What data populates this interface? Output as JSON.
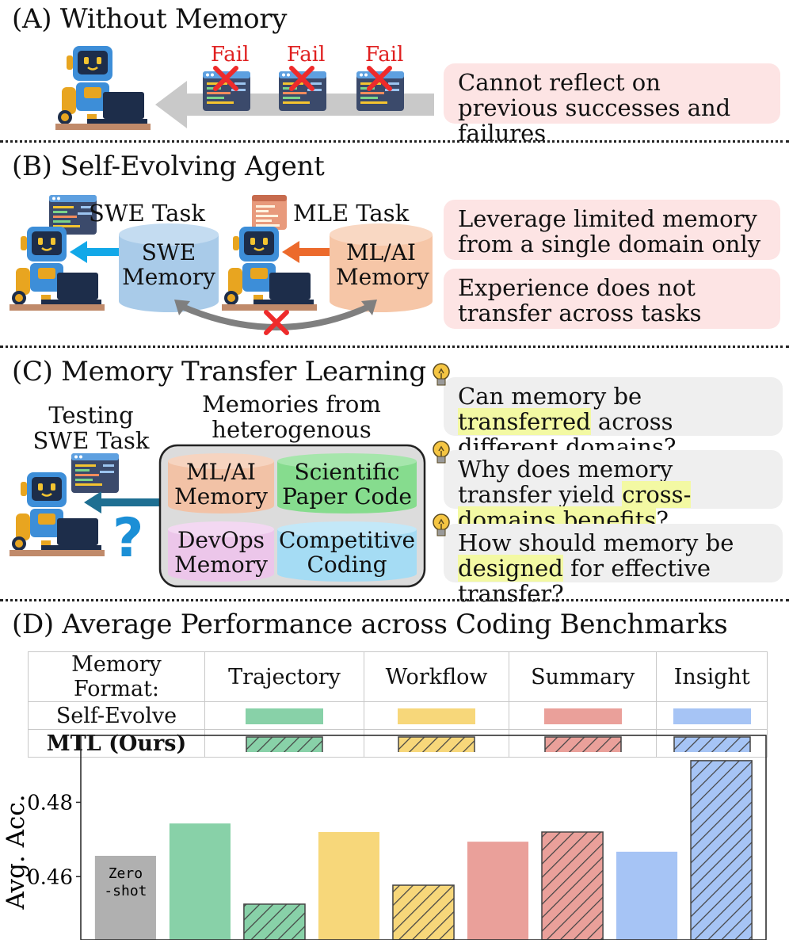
{
  "sections": {
    "a": {
      "title": "(A) Without Memory",
      "fail_label": "Fail",
      "note": "Cannot reflect on previous successes and failures"
    },
    "b": {
      "title": "(B) Self-Evolving Agent",
      "swe_task": "SWE Task",
      "mle_task": "MLE Task",
      "swe_memory": "SWE Memory",
      "mlai_memory": "ML/AI Memory",
      "note1": "Leverage limited memory from a single domain only",
      "note2": "Experience does not transfer across tasks"
    },
    "c": {
      "title": "(C) Memory Transfer Learning",
      "testing": "Testing SWE Task",
      "memories_header": "Memories from heterogenous domains",
      "mem1": "ML/AI Memory",
      "mem2": "Scientific Paper Code",
      "mem3": "DevOps Memory",
      "mem4": "Competitive Coding",
      "question_mark": "?",
      "q1_pre": "Can memory be ",
      "q1_hl": "transferred",
      "q1_post": " across different domains?",
      "q2_pre": "Why does memory transfer yield ",
      "q2_hl": "cross-domains benefits",
      "q2_post": "?",
      "q3_pre": "How should memory be ",
      "q3_hl": "designed",
      "q3_post": " for effective transfer?"
    },
    "d": {
      "title": "(D) Average Performance across Coding Benchmarks",
      "legend": {
        "header": "Memory Format:",
        "formats": [
          "Trajectory",
          "Workflow",
          "Summary",
          "Insight"
        ],
        "row1": "Self-Evolve",
        "row2": "MTL (Ours)"
      }
    }
  },
  "colors": {
    "trajectory": "#88d1a8",
    "workflow": "#f7d77a",
    "summary": "#eaa09a",
    "insight": "#a6c4f5",
    "zero_shot": "#b0b0b0",
    "fail": "#e02020",
    "swe_memory": "#a9cbe9",
    "mlai_memory": "#f6c6a7",
    "sci_paper": "#86dc8e",
    "devops": "#ecc6ea",
    "competitive": "#a5dcf4"
  },
  "chart_data": {
    "type": "bar",
    "ylabel": "Avg. Acc.",
    "yticks": [
      0.46,
      0.48
    ],
    "ylim": [
      0.443,
      0.498
    ],
    "bars": [
      {
        "label": "Zero\n-shot",
        "group": "Zero-shot",
        "value": 0.4656,
        "color": "#b0b0b0",
        "hatched": false
      },
      {
        "group": "Trajectory",
        "series": "Self-Evolve",
        "value": 0.4743,
        "color": "#88d1a8",
        "hatched": false
      },
      {
        "group": "Trajectory",
        "series": "MTL (Ours)",
        "value": 0.4526,
        "color": "#88d1a8",
        "hatched": true
      },
      {
        "group": "Workflow",
        "series": "Self-Evolve",
        "value": 0.472,
        "color": "#f7d77a",
        "hatched": false
      },
      {
        "group": "Workflow",
        "series": "MTL (Ours)",
        "value": 0.4577,
        "color": "#f7d77a",
        "hatched": true
      },
      {
        "group": "Summary",
        "series": "Self-Evolve",
        "value": 0.4694,
        "color": "#eaa09a",
        "hatched": false
      },
      {
        "group": "Summary",
        "series": "MTL (Ours)",
        "value": 0.472,
        "color": "#eaa09a",
        "hatched": true
      },
      {
        "group": "Insight",
        "series": "Self-Evolve",
        "value": 0.4667,
        "color": "#a6c4f5",
        "hatched": false
      },
      {
        "group": "Insight",
        "series": "MTL (Ours)",
        "value": 0.4912,
        "color": "#a6c4f5",
        "hatched": true
      }
    ],
    "zero_shot_label_line1": "Zero",
    "zero_shot_label_line2": "-shot",
    "grid": false
  }
}
